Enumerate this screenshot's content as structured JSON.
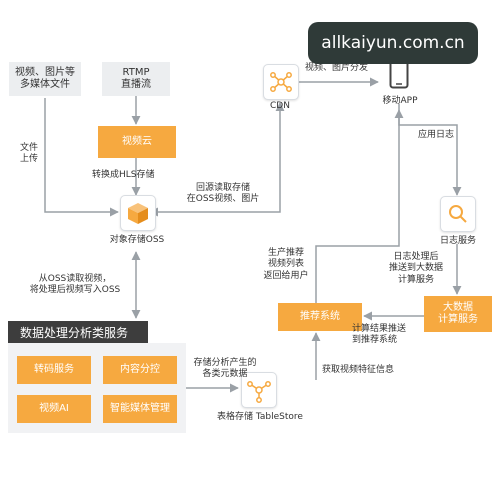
{
  "watermark": "allkaiyun.com.cn",
  "nodes": {
    "media_source": "视频、图片等\n多媒体文件",
    "rtmp_source": "RTMP\n直播流",
    "video_cloud": "视频云",
    "oss": "对象存储OSS",
    "cdn": "CDN",
    "mobile_app": "移动APP",
    "log_service": "日志服务",
    "bigdata_service": "大数据\n计算服务",
    "recommend_system": "推荐系统",
    "tablestore": "表格存储 TableStore"
  },
  "processing_group": {
    "title": "数据处理分析类服务",
    "items": [
      "转码服务",
      "内容分控",
      "视频AI",
      "智能媒体管理"
    ]
  },
  "edge_labels": {
    "file_upload": "文件\n上传",
    "to_hls": "转换成HLS存储",
    "origin_fetch": "回源读取存储\n在OSS视频、图片",
    "distribute": "视频、图片分发",
    "app_log": "应用日志",
    "log_to_bigdata": "日志处理后\n推送到大数据\n计算服务",
    "produce_recommend": "生产推荐\n视频列表\n返回给用户",
    "read_process": "从OSS读取视频，\n将处理后视频写入OSS",
    "result_push": "计算结果推送\n到推荐系统",
    "metadata": "存储分析产生的\n各类元数据",
    "features": "获取视频特征信息"
  },
  "colors": {
    "accent": "#f6a940",
    "arrow": "#9aa0a6",
    "dark": "#3d3d3d",
    "panel": "#eceef0"
  },
  "icons": {
    "oss": "oss-cube-icon",
    "cdn": "cdn-network-icon",
    "mobile_app": "mobile-phone-icon",
    "log_service": "log-search-icon",
    "tablestore": "tablestore-network-icon"
  }
}
